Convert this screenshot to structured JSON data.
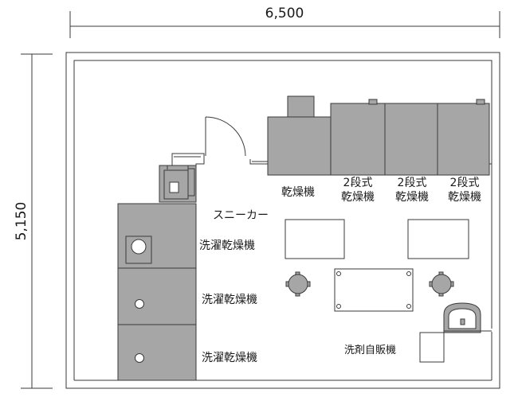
{
  "dimensions": {
    "width_label": "6,500",
    "height_label": "5,150"
  },
  "labels": {
    "dryer": "乾燥機",
    "two_stage_1_top": "2段式",
    "two_stage_1_bottom": "乾燥機",
    "two_stage_2_top": "2段式",
    "two_stage_2_bottom": "乾燥機",
    "two_stage_3_top": "2段式",
    "two_stage_3_bottom": "乾燥機",
    "sneaker": "スニーカー",
    "washer_dryer_1": "洗濯乾燥機",
    "washer_dryer_2": "洗濯乾燥機",
    "washer_dryer_3": "洗濯乾燥機",
    "detergent_vending": "洗剤自販機"
  },
  "colors": {
    "machine_fill": "#a6a6a6",
    "line": "#3a3a3a"
  }
}
